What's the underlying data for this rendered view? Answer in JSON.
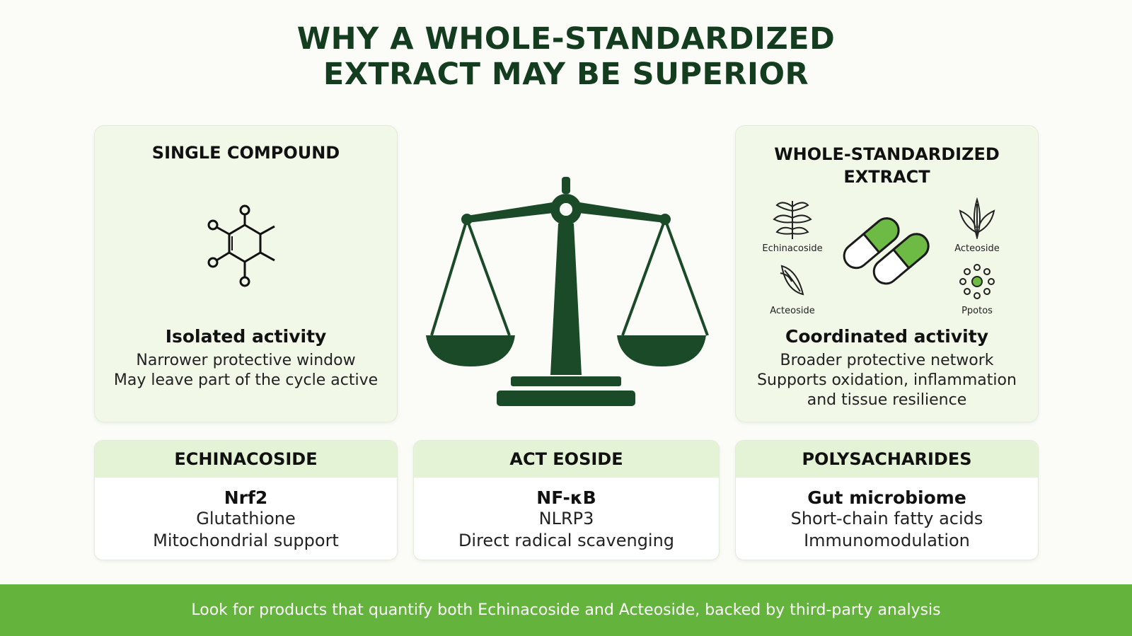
{
  "title": {
    "line1": "WHY A WHOLE-STANDARDIZED",
    "line2": "EXTRACT MAY BE SUPERIOR"
  },
  "left_card": {
    "heading": "SINGLE COMPOUND",
    "subtitle": "Isolated activity",
    "lines": [
      "Narrower protective window",
      "May leave part of the cycle active"
    ]
  },
  "right_card": {
    "heading_line1": "WHOLE-STANDARDIZED",
    "heading_line2": "EXTRACT",
    "icon_labels": [
      "Echinacoside",
      "Acteoside",
      "Acteoside",
      "Ppotos"
    ],
    "subtitle": "Coordinated activity",
    "lines": [
      "Broader protective network",
      "Supports oxidation, inflammation",
      "and tissue resilience"
    ]
  },
  "bottom_cards": [
    {
      "heading": "ECHINACOSIDE",
      "title": "Nrf2",
      "lines": [
        "Glutathione",
        "Mitochondrial support"
      ]
    },
    {
      "heading": "ACT EOSIDE",
      "title": "NF-κB",
      "lines": [
        "NLRP3",
        "Direct radical scavenging"
      ]
    },
    {
      "heading": "POLYSACHARIDES",
      "title": "Gut microbiome",
      "lines": [
        "Short-chain fatty acids",
        "Immunomodulation"
      ]
    }
  ],
  "banner": {
    "text": "Look for products that quantify both Echinacoside and Acteoside, backed by third-party analysis"
  },
  "colors": {
    "dark_green": "#1a4a28",
    "accent_green": "#63b33d",
    "card_bg": "#f1f8e8"
  }
}
